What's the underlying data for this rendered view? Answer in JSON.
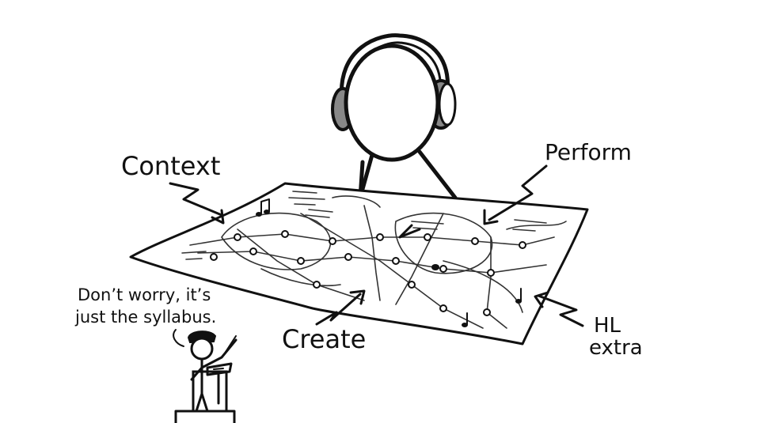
{
  "labels": {
    "context": "Context",
    "perform": "Perform",
    "create": "Create",
    "hl_line1": "HL",
    "hl_line2": "extra"
  },
  "speech": {
    "line1": "Don’t worry, it’s",
    "line2": "just the syllabus."
  },
  "colors": {
    "ink": "#111111",
    "headphone_fill": "#888888",
    "background": "#ffffff"
  },
  "icons": [
    "headphones-icon",
    "conductor-baton-icon",
    "music-note-icon"
  ]
}
